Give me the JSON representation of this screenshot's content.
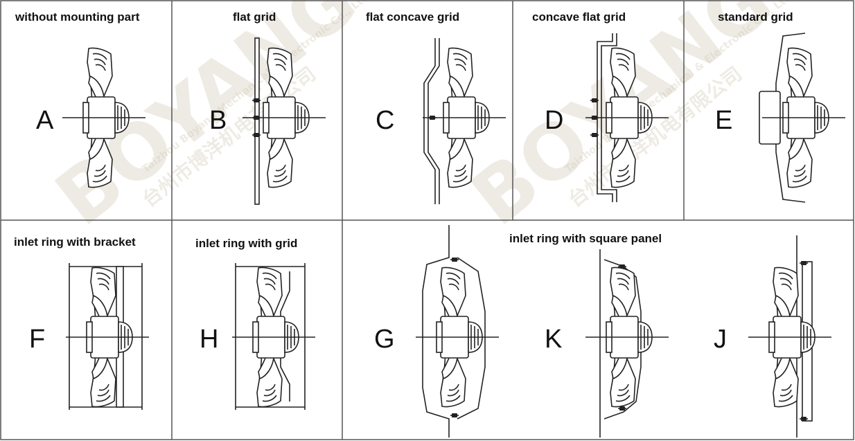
{
  "watermark": {
    "logo": "BOYANG",
    "company_en": "Taizhou Boyang Mechanical & Electronic Co., Ltd.",
    "company_cn": "台州市博洋机电有限公司"
  },
  "panels": [
    {
      "id": "A",
      "title": "without mounting part",
      "letter": "A",
      "mount": "none"
    },
    {
      "id": "B",
      "title": "flat grid",
      "letter": "B",
      "mount": "flat-grid"
    },
    {
      "id": "C",
      "title": "flat concave grid",
      "letter": "C",
      "mount": "flat-concave-grid"
    },
    {
      "id": "D",
      "title": "concave flat grid",
      "letter": "D",
      "mount": "concave-flat-grid"
    },
    {
      "id": "E",
      "title": "standard grid",
      "letter": "E",
      "mount": "standard-grid"
    },
    {
      "id": "F",
      "title": "inlet ring with bracket",
      "letter": "F",
      "mount": "ring-bracket"
    },
    {
      "id": "H",
      "title": "inlet ring with grid",
      "letter": "H",
      "mount": "ring-grid"
    },
    {
      "id": "G",
      "title": "",
      "letter": "G",
      "mount": "square-panel"
    },
    {
      "id": "K",
      "title": "inlet ring with square panel",
      "letter": "K",
      "mount": "square-panel"
    },
    {
      "id": "J",
      "title": "",
      "letter": "J",
      "mount": "square-panel-flat"
    }
  ],
  "colors": {
    "line": "#222222",
    "border": "#555555",
    "watermark": "#cfc8b4"
  }
}
